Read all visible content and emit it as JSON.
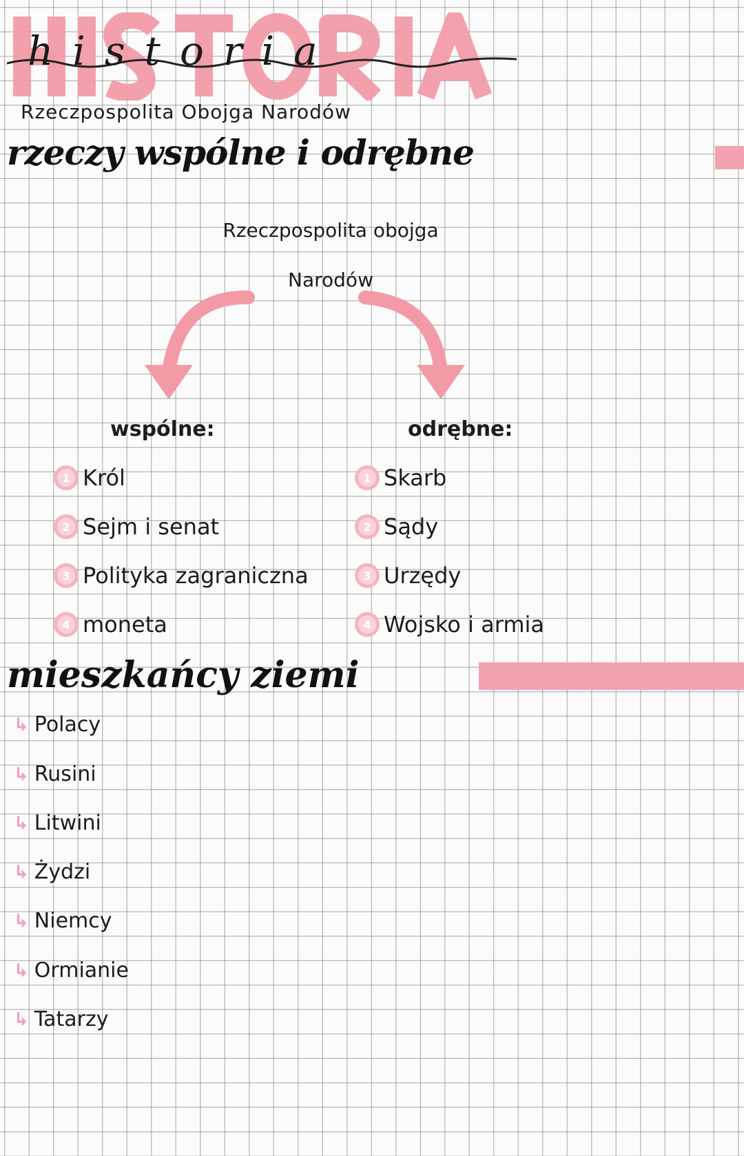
{
  "title": {
    "block_letters": "HISTORIA",
    "script": "historia",
    "subtitle": "Rzeczpospolita Obojga Narodów"
  },
  "section1": {
    "heading": "rzeczy wspólne i odrębne",
    "center_line1": "Rzeczpospolita obojga",
    "center_line2": "Narodów",
    "common": {
      "label": "wspólne:",
      "items": [
        {
          "num": "1",
          "text": "Król"
        },
        {
          "num": "2",
          "text": "Sejm i senat"
        },
        {
          "num": "3",
          "text": "Polityka zagraniczna"
        },
        {
          "num": "4",
          "text": "moneta"
        }
      ]
    },
    "separate": {
      "label": "odrębne:",
      "items": [
        {
          "num": "1",
          "text": "Skarb"
        },
        {
          "num": "2",
          "text": "Sądy"
        },
        {
          "num": "3",
          "text": "Urzędy"
        },
        {
          "num": "4",
          "text": "Wojsko i armia"
        }
      ]
    }
  },
  "section2": {
    "heading": "mieszkańcy ziemi",
    "items": [
      "Polacy",
      "Rusini",
      "Litwini",
      "Żydzi",
      "Niemcy",
      "Ormianie",
      "Tatarzy"
    ]
  },
  "colors": {
    "highlight": "#f3a3b0",
    "ink": "#1c1c1c"
  }
}
